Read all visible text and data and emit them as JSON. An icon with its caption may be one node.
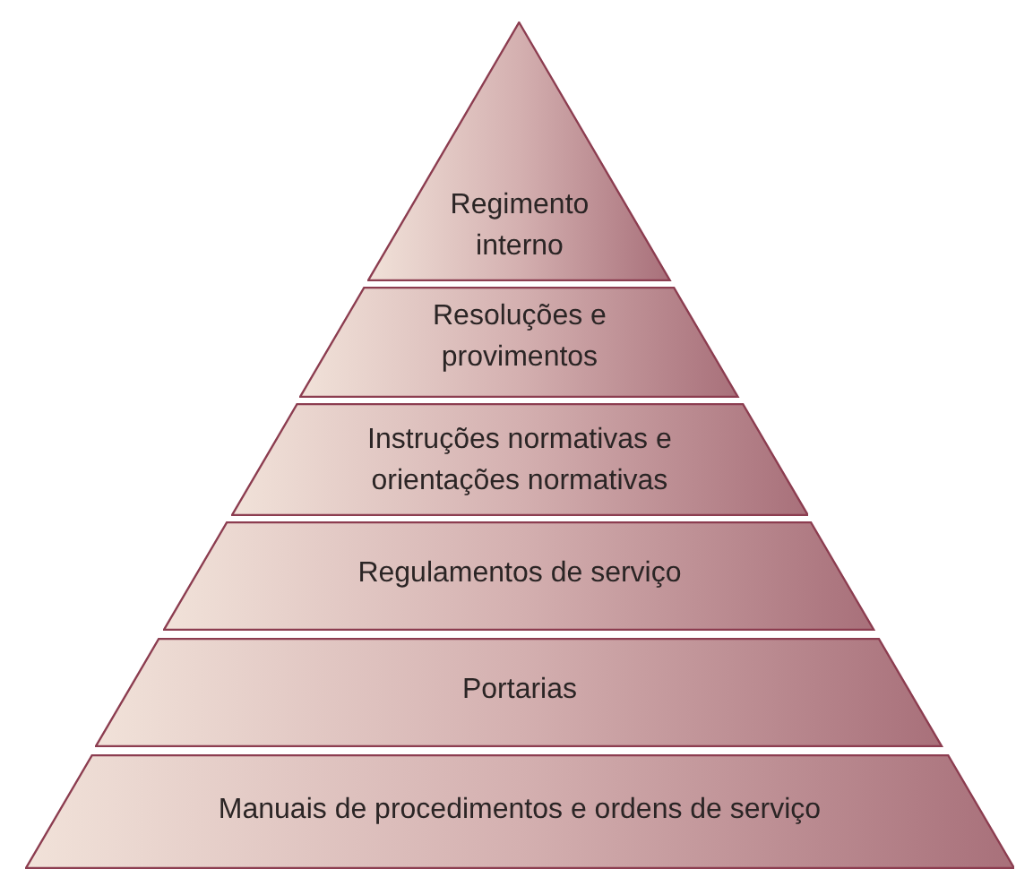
{
  "diagram": {
    "nodes": [
      {
        "text": [
          "Regimento interno"
        ]
      },
      {
        "text": [
          "Resoluções e provimentos"
        ]
      },
      {
        "text": [
          "Instruções normativas e orientações normativas"
        ]
      },
      {
        "text": [
          "Regulamentos de serviço"
        ]
      },
      {
        "text": [
          "Portarias"
        ]
      },
      {
        "text": [
          "Manuais de procedimentos e ordens de serviço"
        ]
      }
    ]
  }
}
